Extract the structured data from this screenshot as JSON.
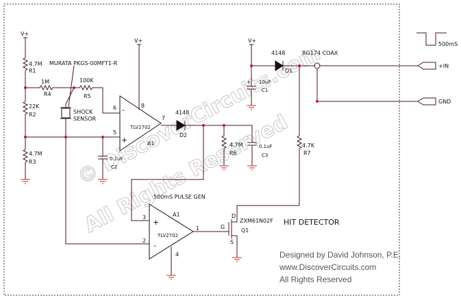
{
  "supply": {
    "vplus": "V+"
  },
  "resistors": {
    "r1": {
      "value": "4.7M",
      "ref": "R1"
    },
    "r2": {
      "value": "22K",
      "ref": "R2"
    },
    "r3": {
      "value": "4.7M",
      "ref": "R3"
    },
    "r4": {
      "value": "1M",
      "ref": "R4"
    },
    "r5": {
      "value": "100K",
      "ref": "R5"
    },
    "r6": {
      "value": "4.7M",
      "ref": "R6"
    },
    "r7": {
      "value": "4.7K",
      "ref": "R7"
    }
  },
  "capacitors": {
    "c1": {
      "value": "10uF",
      "ref": "C1",
      "polarity": "+"
    },
    "c2": {
      "value": "0.1uF",
      "ref": "C2"
    },
    "c3": {
      "value": "0.1uF",
      "ref": "C3"
    }
  },
  "diodes": {
    "d1": {
      "value": "4148",
      "ref": "D1"
    },
    "d2": {
      "value": "4148",
      "ref": "D2"
    }
  },
  "sensor": {
    "part": "MURATA PKGS-00MFT1-R",
    "line1": "SHOCK",
    "line2": "SENSOR"
  },
  "opamp_a": {
    "part": "TLV2702",
    "ref": "A1",
    "pin_in_neg": "6",
    "pin_in_pos": "5",
    "pin_out": "7",
    "pin_vplus": "8",
    "sign_neg": "-",
    "sign_pos": "+"
  },
  "opamp_b": {
    "part": "TLV2702",
    "ref": "A1",
    "pin_in_pos": "3",
    "pin_in_neg": "2",
    "pin_out": "1",
    "pin_gnd": "4",
    "sign_neg": "-",
    "sign_pos": "+",
    "title": "500mS PULSE GEN"
  },
  "mosfet": {
    "part": "ZXM61N02F",
    "ref": "Q1",
    "d": "D",
    "g": "G",
    "s": "S"
  },
  "coax": {
    "label": "RG174 COAX"
  },
  "terminals": {
    "plus_in": "+IN",
    "gnd": "GND"
  },
  "pulse": {
    "label": "500mS"
  },
  "hit_detector": "HIT DETECTOR",
  "credits": {
    "line1": "Designed by David Johnson, P.E.",
    "line2": "www.DiscoverCircuits.com",
    "line3": "All Rights Reserved"
  },
  "watermark": {
    "line1": "© DiscoverCircuits.com",
    "line2": "All Rights Reserved"
  },
  "colors": {
    "wire": "#4a1520",
    "junction": "#d01070",
    "ground": "#c0322a",
    "watermark": "#cfcfcf"
  }
}
